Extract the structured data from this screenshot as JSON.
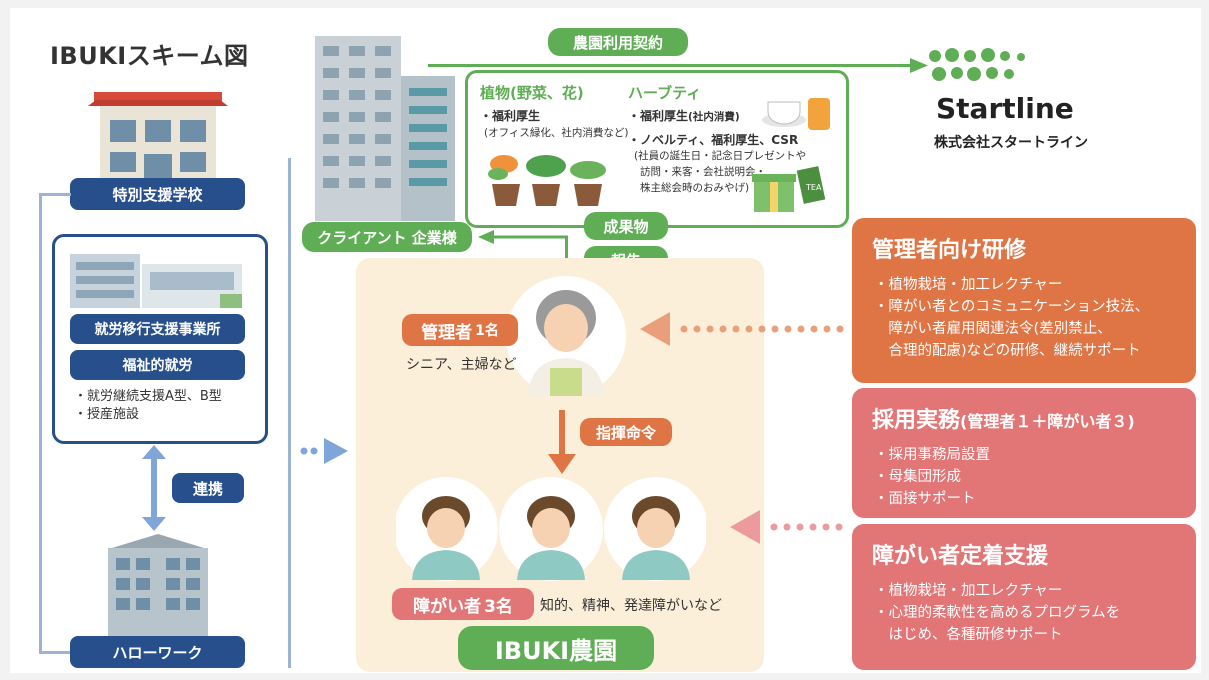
{
  "title": "IBUKIスキーム図",
  "left": {
    "school": "特別支援学校",
    "transition_office": "就労移行支援事業所",
    "welfare": "福祉的就労",
    "welfare_items": [
      "・就労継続支援A型、B型",
      "・授産施設"
    ],
    "cooperation": "連携",
    "hellowork": "ハローワーク"
  },
  "top": {
    "contract": "農園利用契約",
    "client": "クライアント 企業様",
    "result": "成果物",
    "report": "報告"
  },
  "deliverables": {
    "plants_title": "植物(野菜、花)",
    "plants_lines": [
      "・福利厚生",
      "(オフィス緑化、社内消費など)"
    ],
    "herb_title": "ハーブティ",
    "herb_line1": "・福利厚生",
    "herb_line1_note": "(社内消費)",
    "herb_line2": "・ノベルティ、福利厚生、CSR",
    "herb_notes": [
      "(社員の誕生日・記念日プレゼントや",
      "訪問・来客・会社説明会・",
      "株主総会時のおみやげ)"
    ],
    "tea_tag": "TEA"
  },
  "startline": {
    "name": "Startline",
    "company": "株式会社スタートライン"
  },
  "farm": {
    "manager_label": "管理者",
    "manager_count": "1名",
    "manager_desc": "シニア、主婦など",
    "command": "指揮命令",
    "disabled_label": "障がい者",
    "disabled_count": "3名",
    "disabled_desc": "知的、精神、発達障がいなど",
    "name": "IBUKI農園"
  },
  "panels": {
    "manager_training": {
      "title": "管理者向け研修",
      "items": [
        "・植物栽培・加工レクチャー",
        "・障がい者とのコミュニケーション技法、",
        "　障がい者雇用関連法令(差別禁止、",
        "　合理的配慮)などの研修、継続サポート"
      ]
    },
    "recruitment": {
      "title": "採用実務",
      "title_note": "(管理者１＋障がい者３)",
      "items": [
        "・採用事務局設置",
        "・母集団形成",
        "・面接サポート"
      ]
    },
    "retention": {
      "title": "障がい者定着支援",
      "items": [
        "・植物栽培・加工レクチャー",
        "・心理的柔軟性を高めるプログラムを",
        "　はじめ、各種研修サポート"
      ]
    }
  },
  "colors": {
    "navy": "#264f8c",
    "green": "#5fae55",
    "orange": "#df7545",
    "pink": "#e27576",
    "farm_bg": "#fbefd9"
  }
}
